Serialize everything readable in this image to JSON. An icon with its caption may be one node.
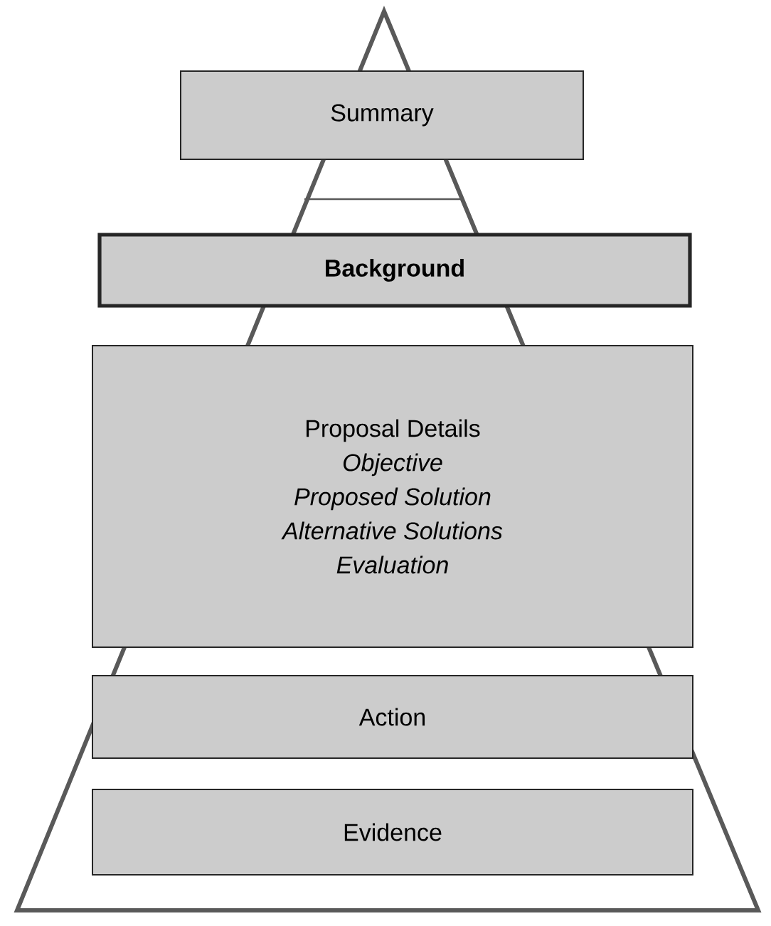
{
  "diagram": {
    "nodes": [
      {
        "text": [
          "Summary"
        ]
      },
      {
        "text": [
          "Background"
        ]
      },
      {
        "text": [
          "Proposal Details",
          "Objective",
          "Proposed Solution",
          "Alternative Solutions",
          "Evaluation"
        ]
      },
      {
        "text": [
          "Action"
        ]
      },
      {
        "text": [
          "Evidence"
        ]
      }
    ]
  }
}
